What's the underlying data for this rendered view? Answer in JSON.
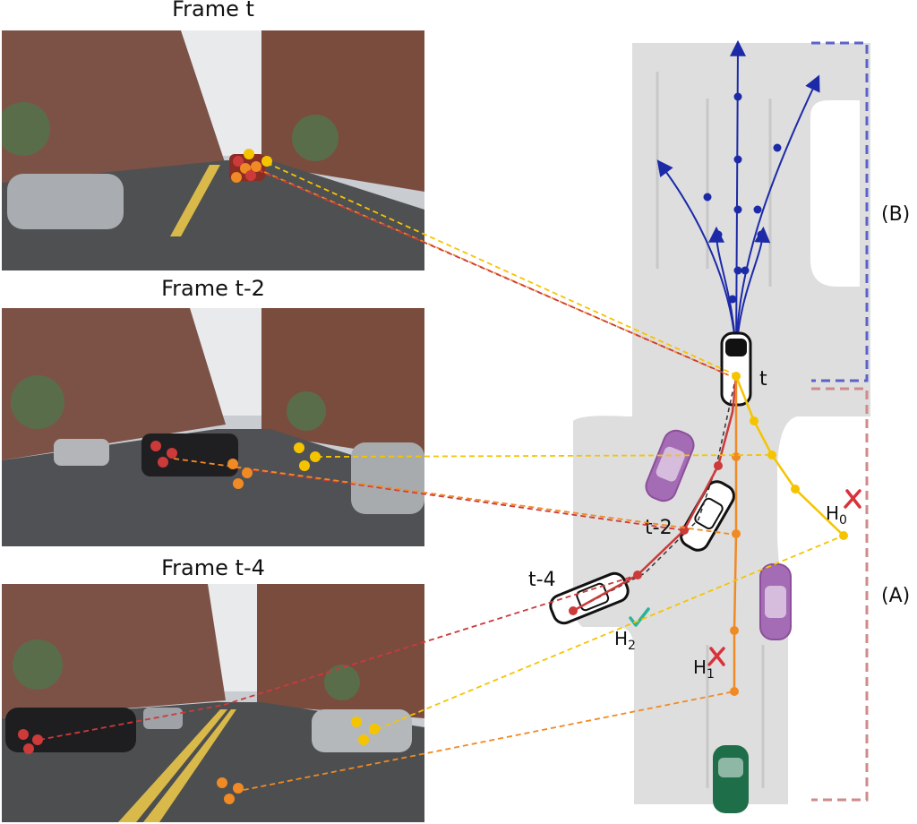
{
  "frames": [
    {
      "title": "Frame t"
    },
    {
      "title": "Frame t-2"
    },
    {
      "title": "Frame t-4"
    }
  ],
  "map": {
    "time_labels": {
      "t": "t",
      "t2": "t-2",
      "t4": "t-4"
    },
    "hypotheses": [
      {
        "label": "H",
        "sub": "0",
        "status": "rejected"
      },
      {
        "label": "H",
        "sub": "1",
        "status": "rejected"
      },
      {
        "label": "H",
        "sub": "2",
        "status": "accepted"
      }
    ],
    "regions": {
      "future": "(B)",
      "past": "(A)"
    }
  },
  "colors": {
    "red": "#cc3a3a",
    "orange": "#f08a24",
    "yellow": "#f5c400",
    "blue": "#1c2aa8",
    "purple": "#9a5aa8",
    "green": "#1f6e4a",
    "check": "#2bb39a",
    "cross": "#d8333a",
    "roadGray": "#dcdcdc",
    "regionB": "#5b63c8",
    "regionA": "#d08a8a"
  }
}
